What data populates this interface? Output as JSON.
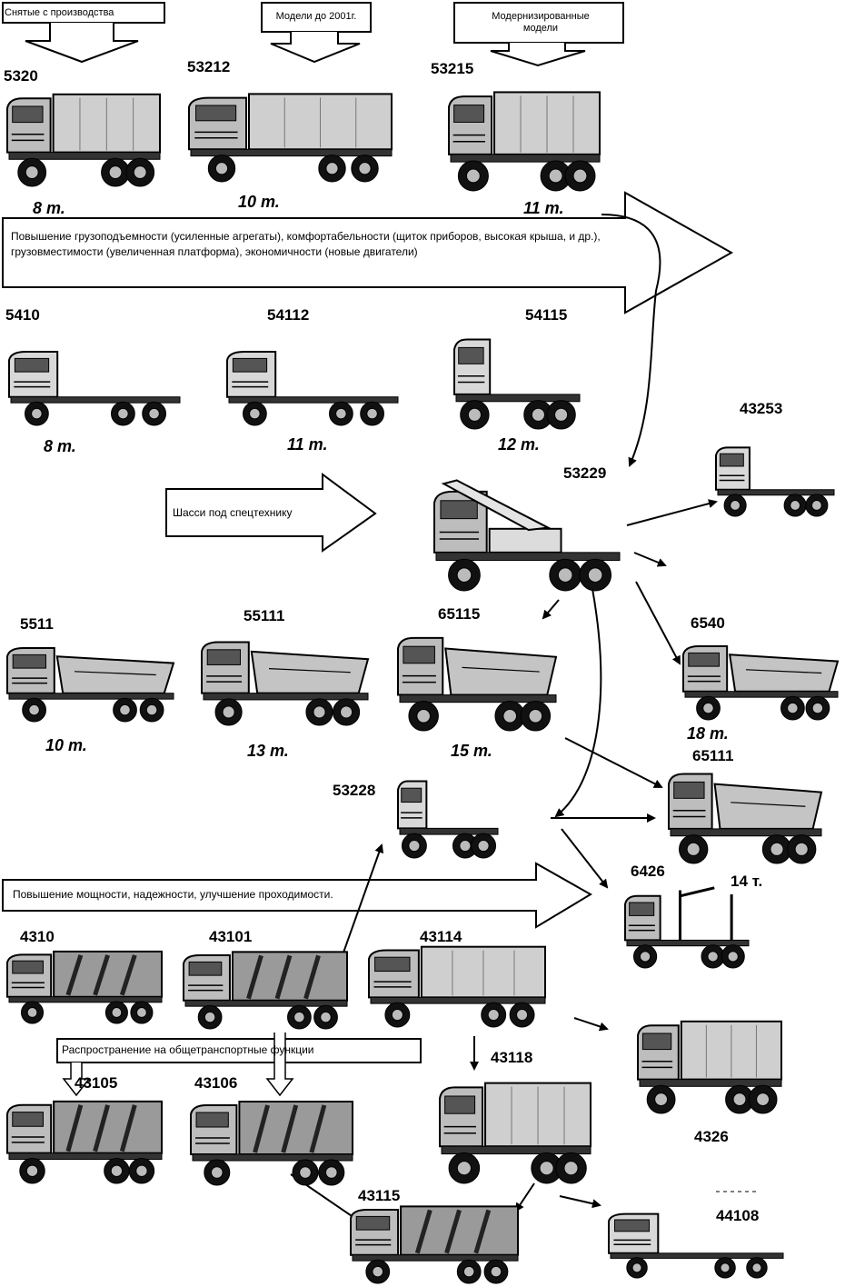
{
  "headers": {
    "discontinued": "Снятые с производства",
    "pre2001": "Модели до 2001г.",
    "modernized": "Модернизированные модели"
  },
  "bands": {
    "capacity": "Повышение грузоподъемности (усиленные агрегаты), комфортабельности (щиток приборов, высокая крыша, и др.), грузовместимости (увеличенная платформа), экономичности (новые двигатели)",
    "special_chassis": "Шасси под спецтехнику",
    "power": "Повышение мощности, надежности, улучшение проходимости.",
    "general_transport": "Распространение на общетранспортные функции"
  },
  "vehicles": [
    {
      "id": "m5320",
      "model": "5320",
      "capacity": "8 т.",
      "kind": "tent"
    },
    {
      "id": "m53212",
      "model": "53212",
      "capacity": "10 т.",
      "kind": "tent"
    },
    {
      "id": "m53215",
      "model": "53215",
      "capacity": "11 т.",
      "kind": "tent"
    },
    {
      "id": "m5410",
      "model": "5410",
      "capacity": "8 т.",
      "kind": "tractor"
    },
    {
      "id": "m54112",
      "model": "54112",
      "capacity": "11 т.",
      "kind": "tractor"
    },
    {
      "id": "m54115",
      "model": "54115",
      "capacity": "12 т.",
      "kind": "tractor"
    },
    {
      "id": "m53229",
      "model": "53229",
      "capacity": "",
      "kind": "crane"
    },
    {
      "id": "m43253",
      "model": "43253",
      "capacity": "",
      "kind": "chassis"
    },
    {
      "id": "m5511",
      "model": "5511",
      "capacity": "10 т.",
      "kind": "dump"
    },
    {
      "id": "m55111",
      "model": "55111",
      "capacity": "13 т.",
      "kind": "dump"
    },
    {
      "id": "m65115",
      "model": "65115",
      "capacity": "15 т.",
      "kind": "dump"
    },
    {
      "id": "m6540",
      "model": "6540",
      "capacity": "18 т.",
      "kind": "dump"
    },
    {
      "id": "m65111",
      "model": "65111",
      "capacity": "14 т.",
      "kind": "dump"
    },
    {
      "id": "m53228",
      "model": "53228",
      "capacity": "",
      "kind": "chassis"
    },
    {
      "id": "m6426",
      "model": "6426",
      "capacity": "",
      "kind": "timber"
    },
    {
      "id": "m4310",
      "model": "4310",
      "capacity": "",
      "kind": "army"
    },
    {
      "id": "m43101",
      "model": "43101",
      "capacity": "",
      "kind": "army"
    },
    {
      "id": "m43114",
      "model": "43114",
      "capacity": "",
      "kind": "tent"
    },
    {
      "id": "m4326",
      "model": "4326",
      "capacity": "",
      "kind": "tent"
    },
    {
      "id": "m43105",
      "model": "43105",
      "capacity": "",
      "kind": "army"
    },
    {
      "id": "m43106",
      "model": "43106",
      "capacity": "",
      "kind": "army"
    },
    {
      "id": "m43118",
      "model": "43118",
      "capacity": "",
      "kind": "tent"
    },
    {
      "id": "m43115",
      "model": "43115",
      "capacity": "",
      "kind": "army"
    },
    {
      "id": "m44108",
      "model": "44108",
      "capacity": "",
      "kind": "tractor"
    }
  ]
}
